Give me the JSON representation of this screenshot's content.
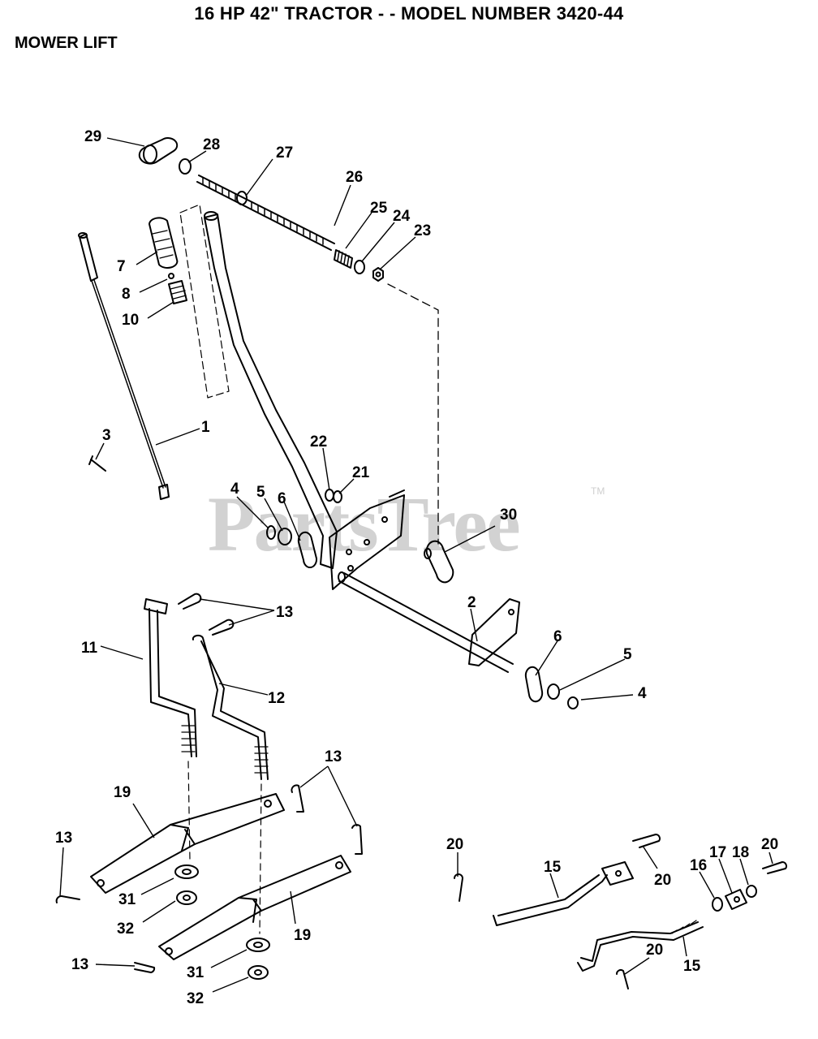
{
  "title": "16 HP 42\" TRACTOR - - MODEL NUMBER 3420-44",
  "subtitle": "MOWER LIFT",
  "watermark": "PartsTree",
  "watermark_tm": "TM",
  "callouts": [
    {
      "id": "29",
      "text": "29"
    },
    {
      "id": "28",
      "text": "28"
    },
    {
      "id": "27",
      "text": "27"
    },
    {
      "id": "26",
      "text": "26"
    },
    {
      "id": "25",
      "text": "25"
    },
    {
      "id": "24",
      "text": "24"
    },
    {
      "id": "23",
      "text": "23"
    },
    {
      "id": "7",
      "text": "7"
    },
    {
      "id": "8",
      "text": "8"
    },
    {
      "id": "10",
      "text": "10"
    },
    {
      "id": "1",
      "text": "1"
    },
    {
      "id": "3",
      "text": "3"
    },
    {
      "id": "22",
      "text": "22"
    },
    {
      "id": "21",
      "text": "21"
    },
    {
      "id": "4a",
      "text": "4"
    },
    {
      "id": "5a",
      "text": "5"
    },
    {
      "id": "6a",
      "text": "6"
    },
    {
      "id": "30",
      "text": "30"
    },
    {
      "id": "13a",
      "text": "13"
    },
    {
      "id": "2",
      "text": "2"
    },
    {
      "id": "11",
      "text": "11"
    },
    {
      "id": "12",
      "text": "12"
    },
    {
      "id": "6b",
      "text": "6"
    },
    {
      "id": "5b",
      "text": "5"
    },
    {
      "id": "4b",
      "text": "4"
    },
    {
      "id": "13b",
      "text": "13"
    },
    {
      "id": "19a",
      "text": "19"
    },
    {
      "id": "13c",
      "text": "13"
    },
    {
      "id": "31a",
      "text": "31"
    },
    {
      "id": "32a",
      "text": "32"
    },
    {
      "id": "19b",
      "text": "19"
    },
    {
      "id": "31b",
      "text": "31"
    },
    {
      "id": "13d",
      "text": "13"
    },
    {
      "id": "32b",
      "text": "32"
    },
    {
      "id": "20a",
      "text": "20"
    },
    {
      "id": "15a",
      "text": "15"
    },
    {
      "id": "20b",
      "text": "20"
    },
    {
      "id": "16",
      "text": "16"
    },
    {
      "id": "17",
      "text": "17"
    },
    {
      "id": "18",
      "text": "18"
    },
    {
      "id": "20c",
      "text": "20"
    },
    {
      "id": "20d",
      "text": "20"
    },
    {
      "id": "15b",
      "text": "15"
    }
  ]
}
